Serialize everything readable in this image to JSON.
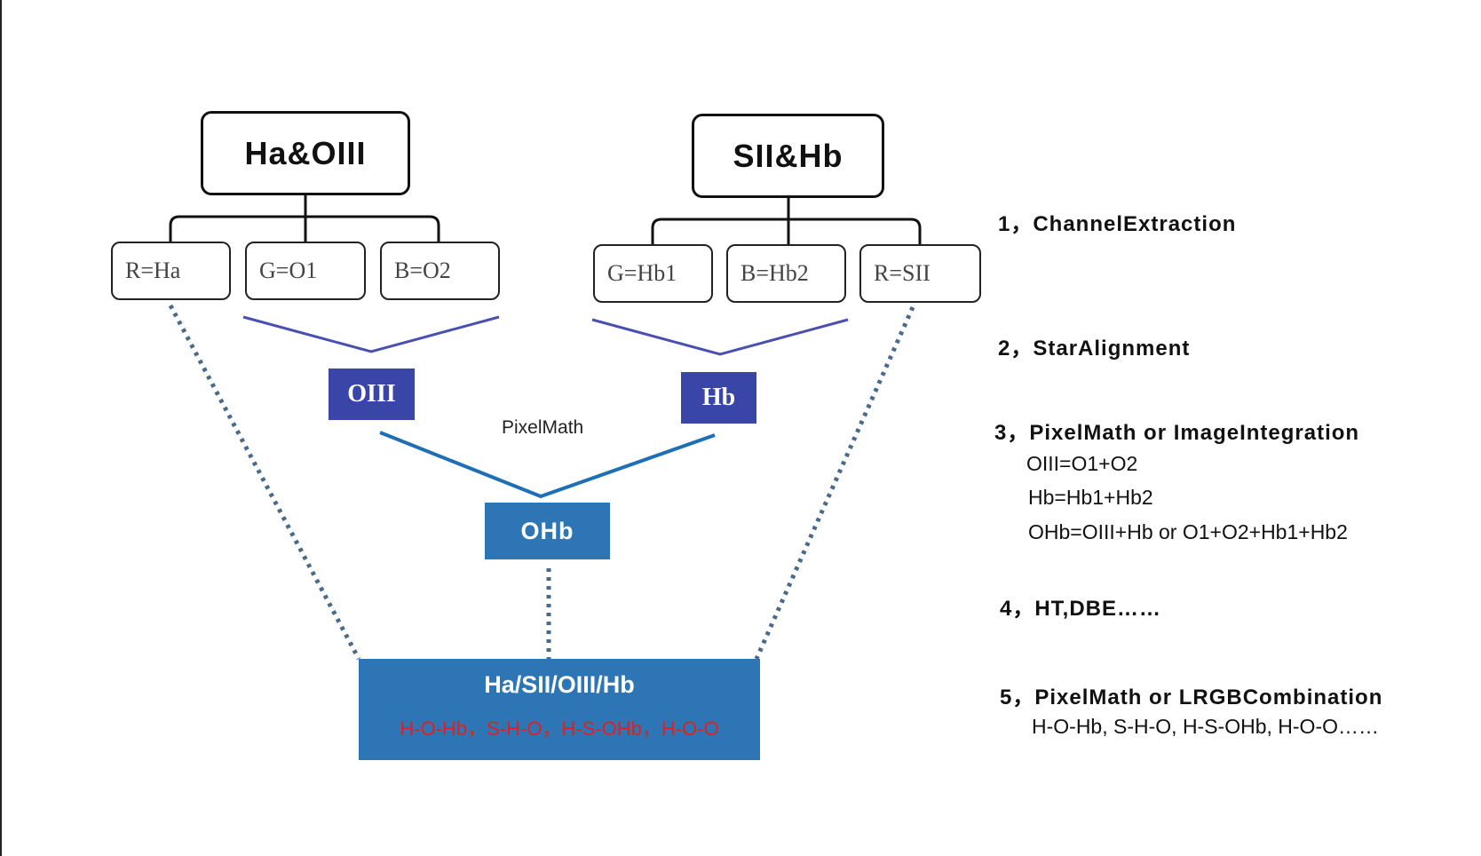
{
  "diagram": {
    "groups": [
      {
        "title": "Ha&OIII",
        "channels": [
          "R=Ha",
          "G=O1",
          "B=O2"
        ]
      },
      {
        "title": "SII&Hb",
        "channels": [
          "G=Hb1",
          "B=Hb2",
          "R=SII"
        ]
      }
    ],
    "merged": [
      "OIII",
      "Hb"
    ],
    "pixelmath_label": "PixelMath",
    "combined": "OHb",
    "result": {
      "title": "Ha/SII/OIII/Hb",
      "combos": "H-O-Hb，S-H-O，H-S-OHb，H-O-O"
    },
    "colors": {
      "dark_blue": "#3a45a8",
      "medium_blue": "#2e75b6",
      "line_purple": "#4a50b0",
      "line_blue": "#1e6fb5",
      "dotted": "#4a6a8a",
      "combo_red": "#e02020"
    }
  },
  "steps": [
    {
      "label": "1，ChannelExtraction",
      "details": []
    },
    {
      "label": "2，StarAlignment",
      "details": []
    },
    {
      "label": "3，PixelMath or ImageIntegration",
      "details": [
        "OIII=O1+O2",
        "Hb=Hb1+Hb2",
        "OHb=OIII+Hb or O1+O2+Hb1+Hb2"
      ]
    },
    {
      "label": "4，HT,DBE……",
      "details": []
    },
    {
      "label": "5，PixelMath or LRGBCombination",
      "details": [
        "H-O-Hb, S-H-O, H-S-OHb, H-O-O……"
      ]
    }
  ]
}
